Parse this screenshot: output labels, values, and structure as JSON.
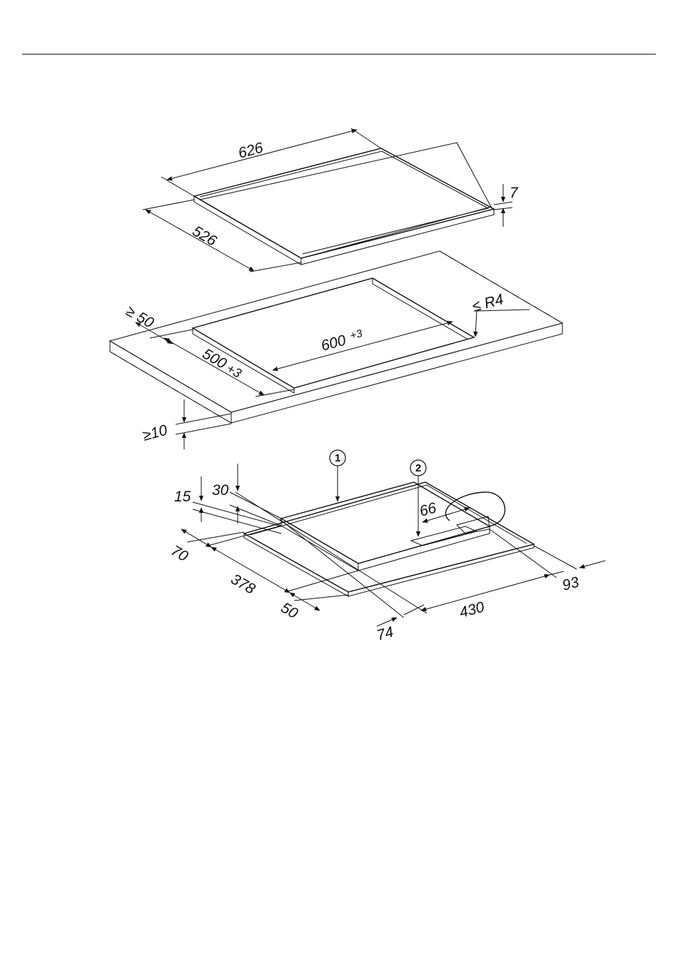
{
  "hob": {
    "width": "626",
    "depth": "526",
    "height": "7"
  },
  "worktop": {
    "min_front_distance": "≥ 50",
    "cutout_width": "600",
    "cutout_width_tol": "+3",
    "cutout_depth": "500",
    "cutout_depth_tol": "+3",
    "max_radius": "≤ R4",
    "min_thickness": "≥10"
  },
  "underside": {
    "callout_1": "1",
    "callout_2": "2",
    "dim_15": "15",
    "dim_30": "30",
    "dim_70": "70",
    "dim_378": "378",
    "dim_50": "50",
    "dim_74": "74",
    "dim_430": "430",
    "dim_93": "93",
    "dim_66": "66"
  },
  "colors": {
    "fill_gray": "#dcdcdc",
    "line": "#111111"
  }
}
